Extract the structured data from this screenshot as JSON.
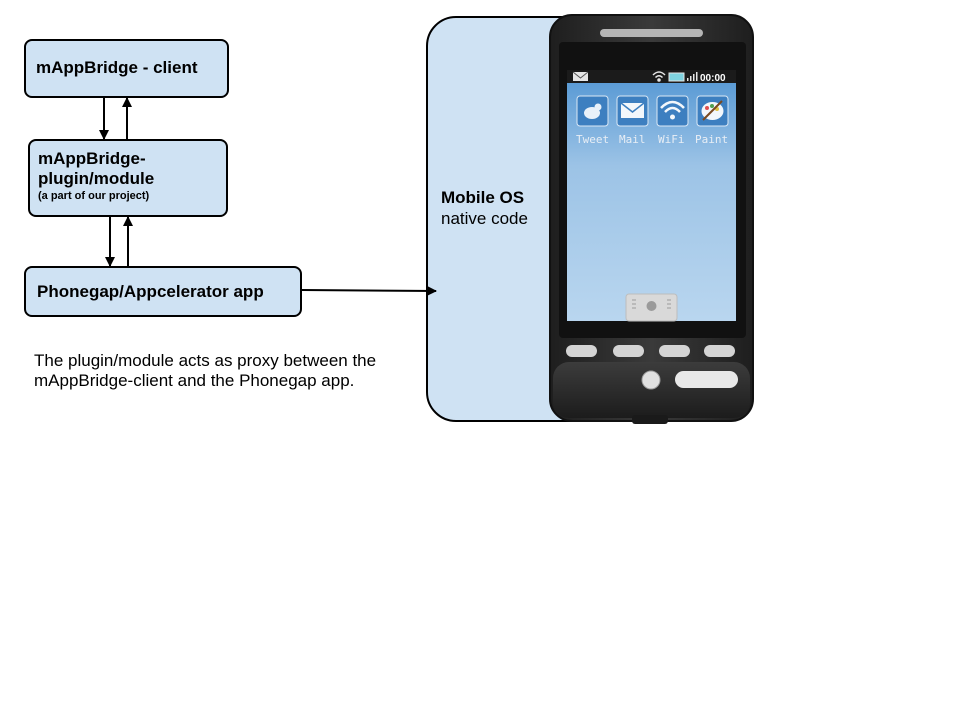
{
  "boxes": {
    "client": {
      "title": "mAppBridge - client"
    },
    "plugin": {
      "title_line1": "mAppBridge-",
      "title_line2": "plugin/module",
      "subtitle": "(a part of our project)"
    },
    "app": {
      "title": "Phonegap/Appcelerator app"
    }
  },
  "note": "The plugin/module acts as proxy between the mAppBridge-client and the Phonegap app.",
  "mobile_os": {
    "title": "Mobile OS",
    "subtitle": "native code"
  },
  "phone": {
    "status_time": "00:00",
    "apps": [
      {
        "label": "Tweet",
        "icon": "bird-icon"
      },
      {
        "label": "Mail",
        "icon": "mail-icon"
      },
      {
        "label": "WiFi",
        "icon": "wifi-icon"
      },
      {
        "label": "Paint",
        "icon": "palette-icon"
      }
    ]
  },
  "colors": {
    "box_fill": "#cfe2f3",
    "phone_body": "#2b2b2b",
    "screen": "#9cc3e6"
  }
}
